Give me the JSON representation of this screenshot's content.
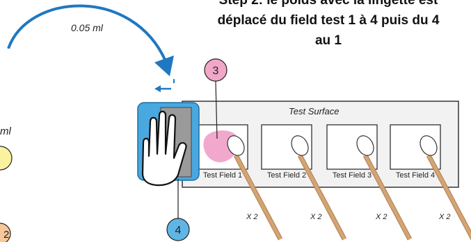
{
  "title": {
    "lines": [
      "Step 2: le poids avec la lingette est",
      "déplacé du field test 1 à 4 puis du 4",
      "au 1"
    ]
  },
  "arc_label": "0.05 ml",
  "left_partial_label": "ml",
  "surface_label": "Test Surface",
  "fields": [
    {
      "label": "Test Field 1",
      "repeat": "X 2"
    },
    {
      "label": "Test Field 2",
      "repeat": "X 2"
    },
    {
      "label": "Test Field 3",
      "repeat": "X 2"
    },
    {
      "label": "Test Field 4",
      "repeat": "X 2"
    }
  ],
  "callouts": {
    "top": {
      "number": "3",
      "color": "#f1a7c8"
    },
    "bottom": {
      "number": "4",
      "color": "#5fb6e6"
    },
    "left_bottom": {
      "number": "2",
      "color": "#f6c89a"
    }
  },
  "colors": {
    "arc": "#1f78c1",
    "surface_bg": "#f2f2f2",
    "applicator_stick": "#d4a574",
    "stain": "#f2a8cc",
    "weight_frame": "#4aa8e0",
    "left_circle": "#fbf2a0"
  },
  "icons": [
    "hand-icon",
    "arrow-left-icon",
    "arrowhead-icon"
  ]
}
